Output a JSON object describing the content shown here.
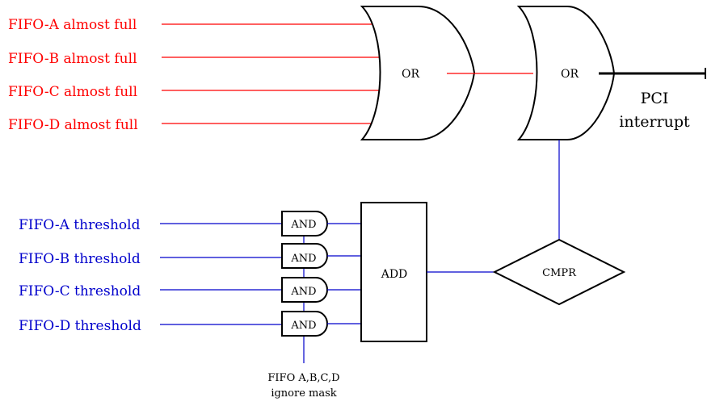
{
  "inputs_almost_full": [
    "FIFO-A almost full",
    "FIFO-B almost full",
    "FIFO-C almost full",
    "FIFO-D almost full"
  ],
  "inputs_threshold": [
    "FIFO-A threshold",
    "FIFO-B threshold",
    "FIFO-C threshold",
    "FIFO-D threshold"
  ],
  "gates": {
    "or1": "OR",
    "or2": "OR",
    "and": [
      "AND",
      "AND",
      "AND",
      "AND"
    ],
    "add": "ADD",
    "cmpr": "CMPR"
  },
  "output": {
    "line1": "PCI",
    "line2": "interrupt"
  },
  "mask": {
    "line1": "FIFO A,B,C,D",
    "line2": "ignore mask"
  },
  "colors": {
    "almost_full": "#ff0000",
    "threshold": "#0000cc",
    "output": "#000000"
  }
}
